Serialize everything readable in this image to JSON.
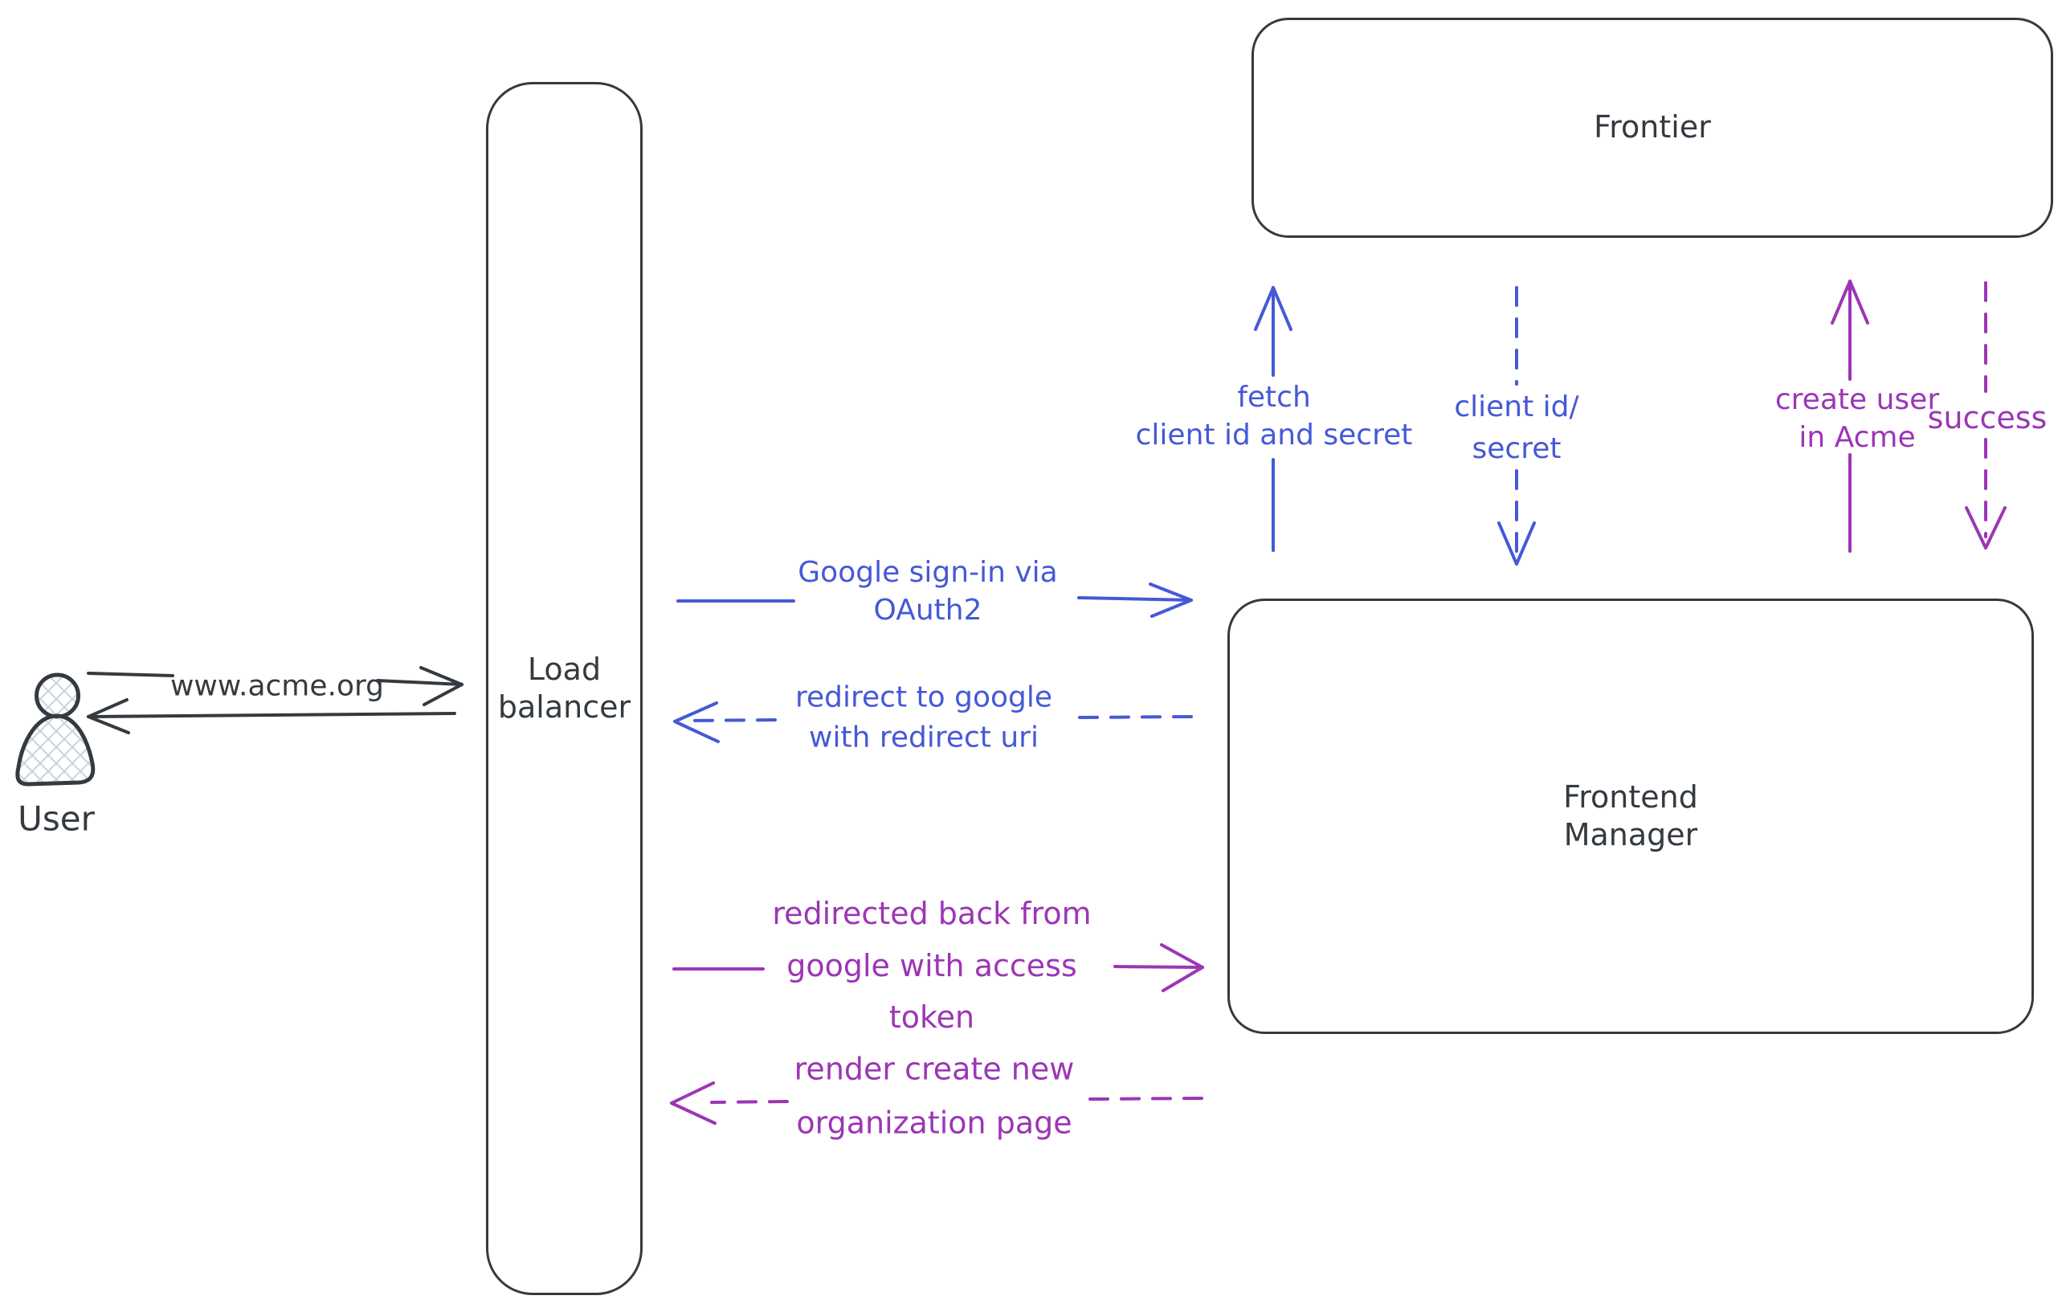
{
  "colors": {
    "ink": "#343a40",
    "blue": "#4559d6",
    "purple": "#9c36b5",
    "hatch_fill": "#ccd6df"
  },
  "icons": {
    "user": "person-icon"
  },
  "nodes": {
    "user": {
      "label": "User"
    },
    "load_balancer": {
      "label": "Load\nbalancer"
    },
    "frontier": {
      "label": "Frontier"
    },
    "frontend_manager": {
      "label": "Frontend\nManager"
    }
  },
  "edges": {
    "www_acme": {
      "label": "www.acme.org",
      "style": "solid",
      "color": "ink",
      "from": "user",
      "to": "load_balancer"
    },
    "lb_return": {
      "label": "",
      "style": "solid",
      "color": "ink",
      "from": "load_balancer",
      "to": "user"
    },
    "google_signin": {
      "label": "Google sign-in via\nOAuth2",
      "style": "solid",
      "color": "blue",
      "from": "load_balancer",
      "to": "frontend_manager"
    },
    "redirect_google": {
      "label": "redirect to google\nwith redirect uri",
      "style": "dashed",
      "color": "blue",
      "from": "frontend_manager",
      "to": "load_balancer"
    },
    "redirected_back": {
      "label": "redirected back from\ngoogle with access\ntoken",
      "style": "solid",
      "color": "purple",
      "from": "load_balancer",
      "to": "frontend_manager"
    },
    "render_org": {
      "label": "render create new\norganization page",
      "style": "dashed",
      "color": "purple",
      "from": "frontend_manager",
      "to": "load_balancer"
    },
    "fetch_client": {
      "label": "fetch\nclient id and secret",
      "style": "solid",
      "color": "blue",
      "from": "frontend_manager",
      "to": "frontier"
    },
    "client_secret": {
      "label": "client id/\nsecret",
      "style": "dashed",
      "color": "blue",
      "from": "frontier",
      "to": "frontend_manager"
    },
    "create_user": {
      "label": "create user\nin Acme",
      "style": "solid",
      "color": "purple",
      "from": "frontend_manager",
      "to": "frontier"
    },
    "success": {
      "label": "success",
      "style": "dashed",
      "color": "purple",
      "from": "frontier",
      "to": "frontend_manager"
    }
  }
}
